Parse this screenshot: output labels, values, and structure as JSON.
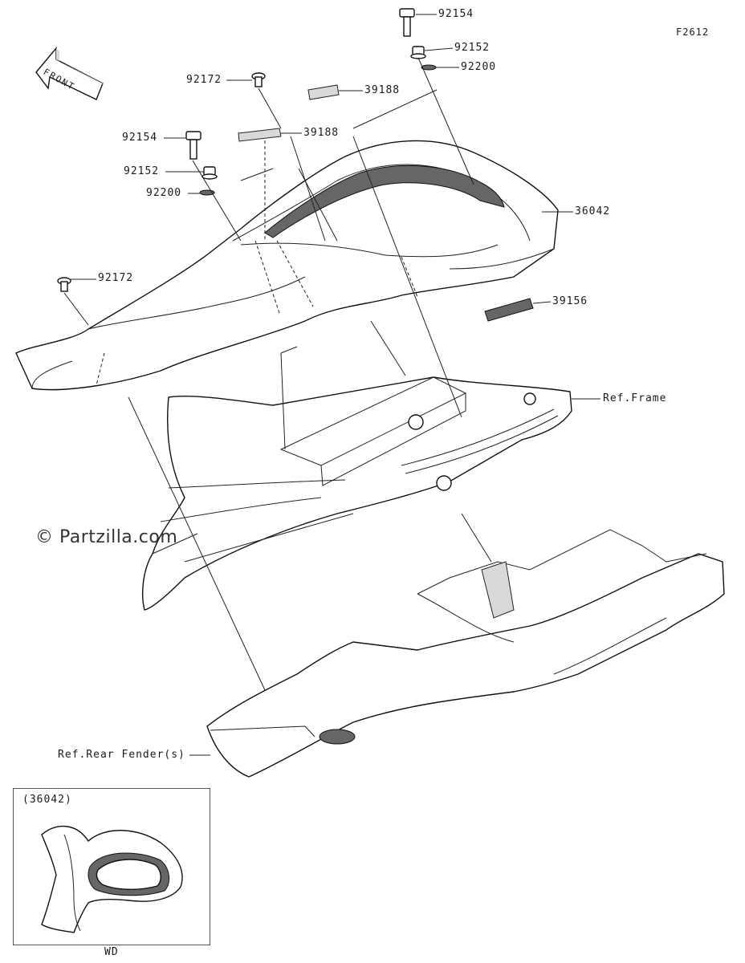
{
  "figure_code": "F2612",
  "front_label": "FRONT",
  "copyright": "© Partzilla.com",
  "inset_label": "(36042)",
  "inset_caption": "WD",
  "parts": [
    {
      "id": "p92154a",
      "number": "92154"
    },
    {
      "id": "p92152a",
      "number": "92152"
    },
    {
      "id": "p92200a",
      "number": "92200"
    },
    {
      "id": "p92172a",
      "number": "92172"
    },
    {
      "id": "p39188a",
      "number": "39188"
    },
    {
      "id": "p39188b",
      "number": "39188"
    },
    {
      "id": "p92154b",
      "number": "92154"
    },
    {
      "id": "p92152b",
      "number": "92152"
    },
    {
      "id": "p92200b",
      "number": "92200"
    },
    {
      "id": "p36042",
      "number": "36042"
    },
    {
      "id": "p92172b",
      "number": "92172"
    },
    {
      "id": "p39156",
      "number": "39156"
    }
  ],
  "references": {
    "frame": "Ref.Frame",
    "rear_fender": "Ref.Rear Fender(s)"
  }
}
